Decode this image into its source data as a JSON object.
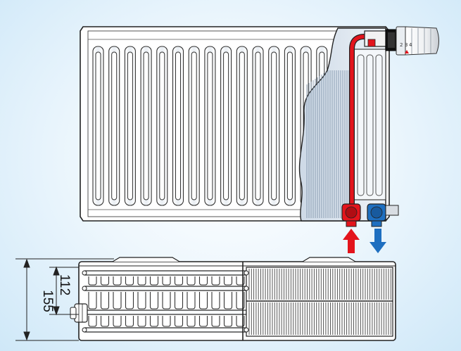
{
  "dimensions": {
    "height_outer": "155",
    "height_inner": "112"
  },
  "thermostat": {
    "scale_numbers": [
      "2",
      "3",
      "4"
    ]
  },
  "colors": {
    "flow": "#e3141c",
    "return": "#1e6fc0",
    "background_edge": "#cfe8f8",
    "outline": "#222222"
  },
  "arrows": {
    "flow_direction": "up",
    "return_direction": "down"
  }
}
